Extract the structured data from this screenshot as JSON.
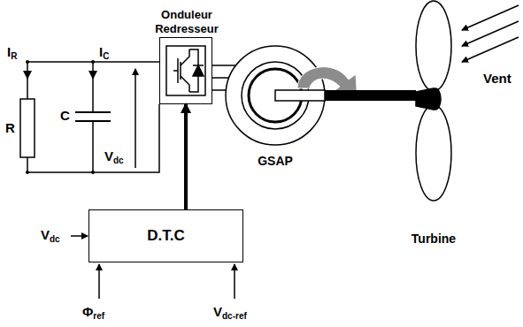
{
  "diagram": {
    "nodes": [
      {
        "text": [
          "Onduleur Redresseur"
        ]
      },
      {
        "text": [
          "GSAP"
        ]
      },
      {
        "text": [
          "Turbine"
        ]
      },
      {
        "text": [
          "D.T.C"
        ]
      }
    ],
    "edges": [
      {
        "from": 3,
        "to": 0,
        "arrow": "to"
      },
      {
        "from": 0,
        "to": 1,
        "arrow": "none"
      },
      {
        "from": 1,
        "to": 2,
        "arrow": "none"
      }
    ],
    "labels": [
      "IR",
      "IC",
      "R",
      "C",
      "Vdc",
      "Vdc",
      "Φref",
      "Vdc-ref",
      "Vent"
    ]
  }
}
